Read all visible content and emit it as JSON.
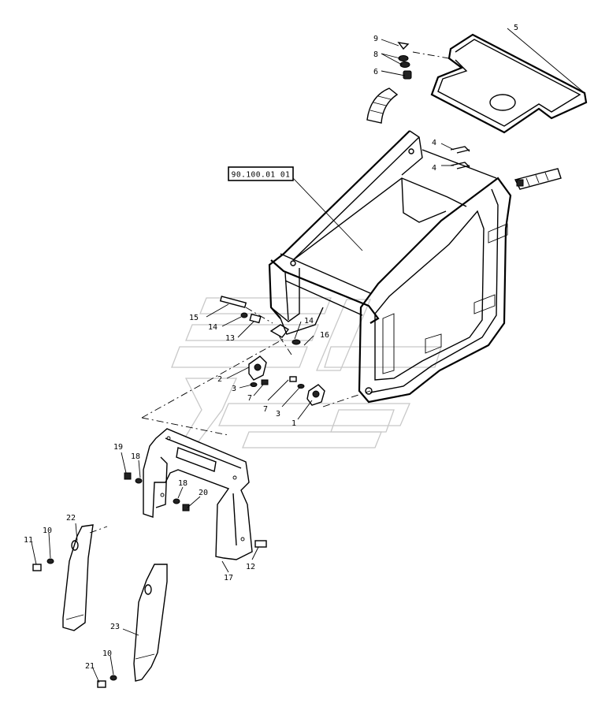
{
  "diagram": {
    "reference_box": "90.100.01 01",
    "callouts": {
      "c1": "1",
      "c2": "2",
      "c3a": "3",
      "c3b": "3",
      "c4a": "4",
      "c4b": "4",
      "c5": "5",
      "c6": "6",
      "c7a": "7",
      "c7b": "7",
      "c8": "8",
      "c9": "9",
      "c10a": "10",
      "c10b": "10",
      "c11": "11",
      "c12": "12",
      "c13": "13",
      "c14a": "14",
      "c14b": "14",
      "c15": "15",
      "c16": "16",
      "c17": "17",
      "c18a": "18",
      "c18b": "18",
      "c19": "19",
      "c20": "20",
      "c21": "21",
      "c22": "22",
      "c23": "23"
    }
  }
}
